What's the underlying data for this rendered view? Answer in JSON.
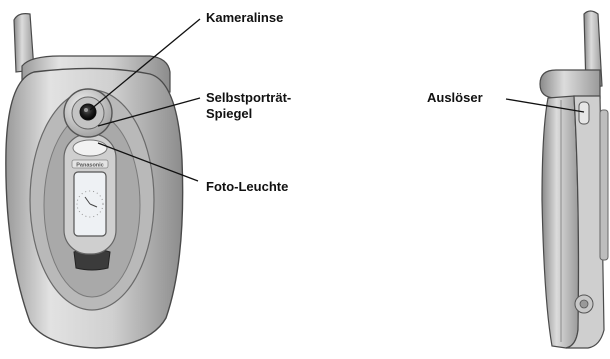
{
  "labels": {
    "camera_lens": "Kameralinse",
    "self_portrait_mirror_line1": "Selbstporträt-",
    "self_portrait_mirror_line2": "Spiegel",
    "photo_light": "Foto-Leuchte",
    "shutter_release": "Auslöser"
  },
  "brand_text": "Panasonic",
  "colors": {
    "body_light": "#d9d9d9",
    "body_mid": "#b5b5b5",
    "body_dark": "#7d7d7d",
    "outline": "#4a4a4a",
    "leader_line": "#111111"
  }
}
